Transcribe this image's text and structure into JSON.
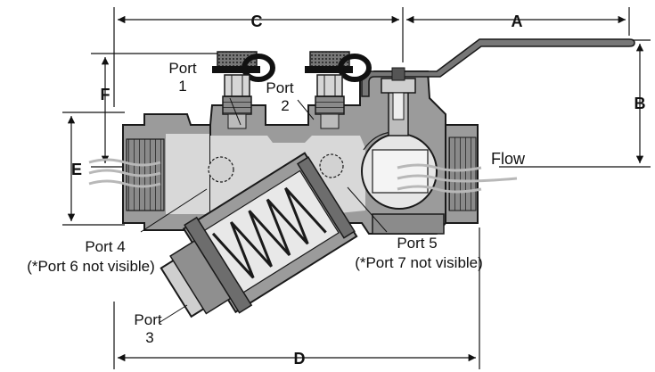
{
  "dimensions": {
    "a": "A",
    "b": "B",
    "c": "C",
    "d": "D",
    "e": "E",
    "f": "F"
  },
  "ports": {
    "port1": {
      "line1": "Port",
      "line2": "1"
    },
    "port2": {
      "line1": "Port",
      "line2": "2"
    },
    "port3": {
      "line1": "Port",
      "line2": "3"
    },
    "port4": {
      "line1": "Port 4",
      "line2": "(*Port 6 not visible)"
    },
    "port5": {
      "line1": "Port 5",
      "line2": "(*Port 7 not visible)"
    }
  },
  "flow_label": "Flow",
  "colors": {
    "body": "#9b9b9b",
    "body_dark": "#5f5f5f",
    "body_light": "#cfcfcf",
    "outline": "#1a1a1a",
    "arrow": "#b8b8b8"
  }
}
